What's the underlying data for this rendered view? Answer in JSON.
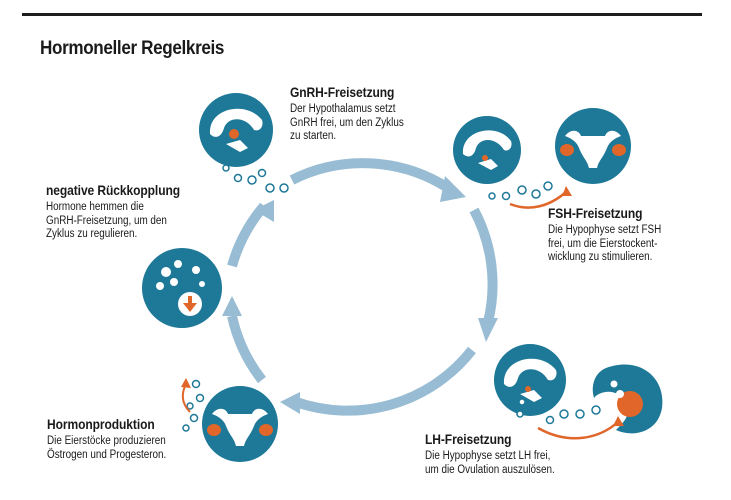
{
  "title": "Hormoneller Regelkreis",
  "steps": {
    "gnrh": {
      "heading": "GnRH-Freisetzung",
      "lines": [
        "Der Hypothalamus setzt",
        "GnRH frei, um den Zyklus",
        "zu starten."
      ]
    },
    "fsh": {
      "heading": "FSH-Freisetzung",
      "lines": [
        "Die Hypophyse setzt FSH",
        "frei, um die Eierstockent-",
        "wicklung zu stimulieren."
      ]
    },
    "lh": {
      "heading": "LH-Freisetzung",
      "lines": [
        "Die Hypophyse setzt LH frei,",
        "um die Ovulation auszulösen."
      ]
    },
    "hormon": {
      "heading": "Hormonproduktion",
      "lines": [
        "Die Eierstöcke produzieren",
        "Östrogen und Progesteron."
      ]
    },
    "feedback": {
      "heading": "negative Rückkopplung",
      "lines": [
        "Hormone hemmen die",
        "GnRH-Freisetzung, um den",
        "Zyklus zu regulieren."
      ]
    }
  },
  "colors": {
    "teal": "#1e7897",
    "cycle_arrow": "#98bcd3",
    "accent": "#e0662a",
    "bubble_outline": "#1e7897",
    "text": "#1a1a1a"
  },
  "icons": [
    "brain-icon",
    "uterus-icon",
    "ovary-icon",
    "hormone-bubbles-icon",
    "down-arrow-icon"
  ]
}
